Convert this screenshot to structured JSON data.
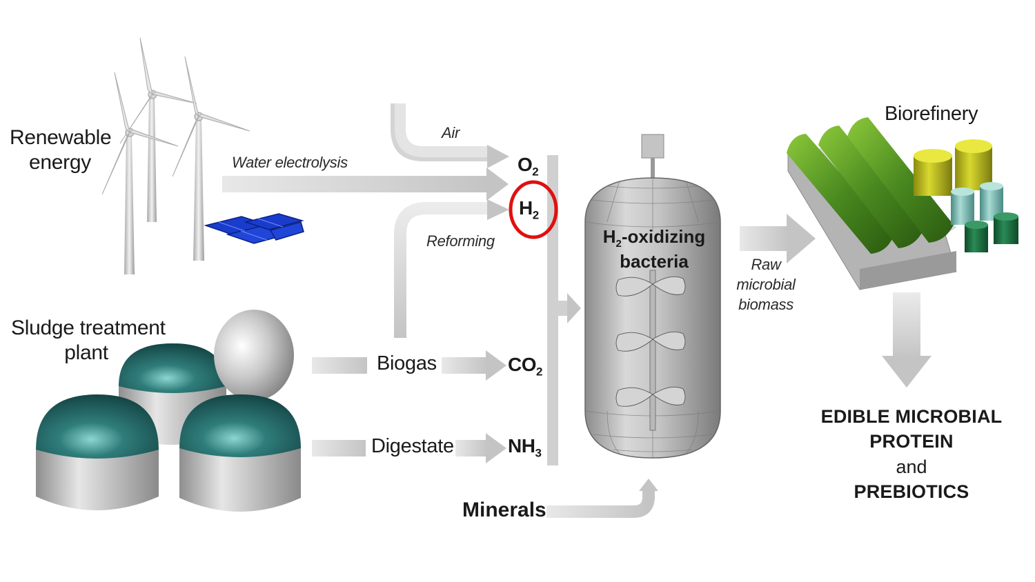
{
  "labels": {
    "renewable_energy": [
      "Renewable",
      "energy"
    ],
    "sludge_plant": [
      "Sludge treatment",
      "plant"
    ],
    "water_electrolysis": "Water electrolysis",
    "air": "Air",
    "reforming": "Reforming",
    "biogas": "Biogas",
    "digestate": "Digestate",
    "minerals": "Minerals",
    "raw_biomass": [
      "Raw",
      "microbial",
      "biomass"
    ],
    "biorefinery": "Biorefinery",
    "reactor_title": [
      "-oxidizing",
      "bacteria"
    ],
    "output": [
      "EDIBLE MICROBIAL",
      "PROTEIN",
      "and",
      "PREBIOTICS"
    ]
  },
  "chemicals": {
    "o2": {
      "base": "O",
      "sub": "2"
    },
    "h2": {
      "base": "H",
      "sub": "2"
    },
    "co2": {
      "base": "CO",
      "sub": "2"
    },
    "nh3": {
      "base": "NH",
      "sub": "3"
    },
    "h2_reactor": {
      "base": "H",
      "sub": "2"
    }
  },
  "colors": {
    "arrow": "#c8c8c8",
    "highlight_circle": "#e01010",
    "digester_dome": "#1f5f5f",
    "solar_panel": "#1a3ccc",
    "biorefinery_green": "#4a8a20",
    "tank_yellow": "#c8c820",
    "tank_teal": "#7ab8b0",
    "tank_dark_green": "#1a6a40"
  }
}
